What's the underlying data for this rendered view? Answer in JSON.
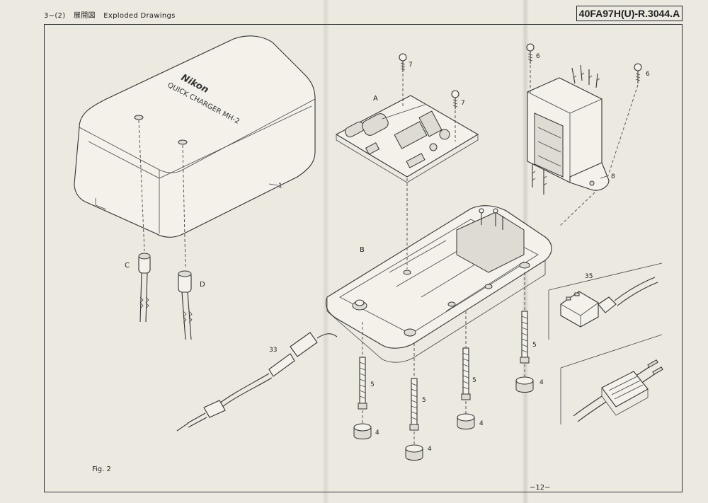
{
  "header": {
    "section": "3−(2)",
    "title_jp": "展開図",
    "title_en": "Exploded Drawings",
    "doc_code": "40FA97H(U)-R.3044.A"
  },
  "figure": {
    "label": "Fig. 2",
    "page_number": "−12−"
  },
  "cover": {
    "brand": "Nikon",
    "model": "QUICK CHARGER MH-2"
  },
  "callouts": {
    "cover": "1",
    "c": "C",
    "d": "D",
    "a": "A",
    "b": "B",
    "screw_7a": "7",
    "screw_7b": "7",
    "screw_6a": "6",
    "screw_6b": "6",
    "transformer": "8",
    "cord_33": "33",
    "plug_35": "35",
    "screw_5a": "5",
    "screw_5b": "5",
    "screw_5c": "5",
    "screw_5d": "5",
    "foot_4a": "4",
    "foot_4b": "4",
    "foot_4c": "4",
    "foot_4d": "4"
  }
}
